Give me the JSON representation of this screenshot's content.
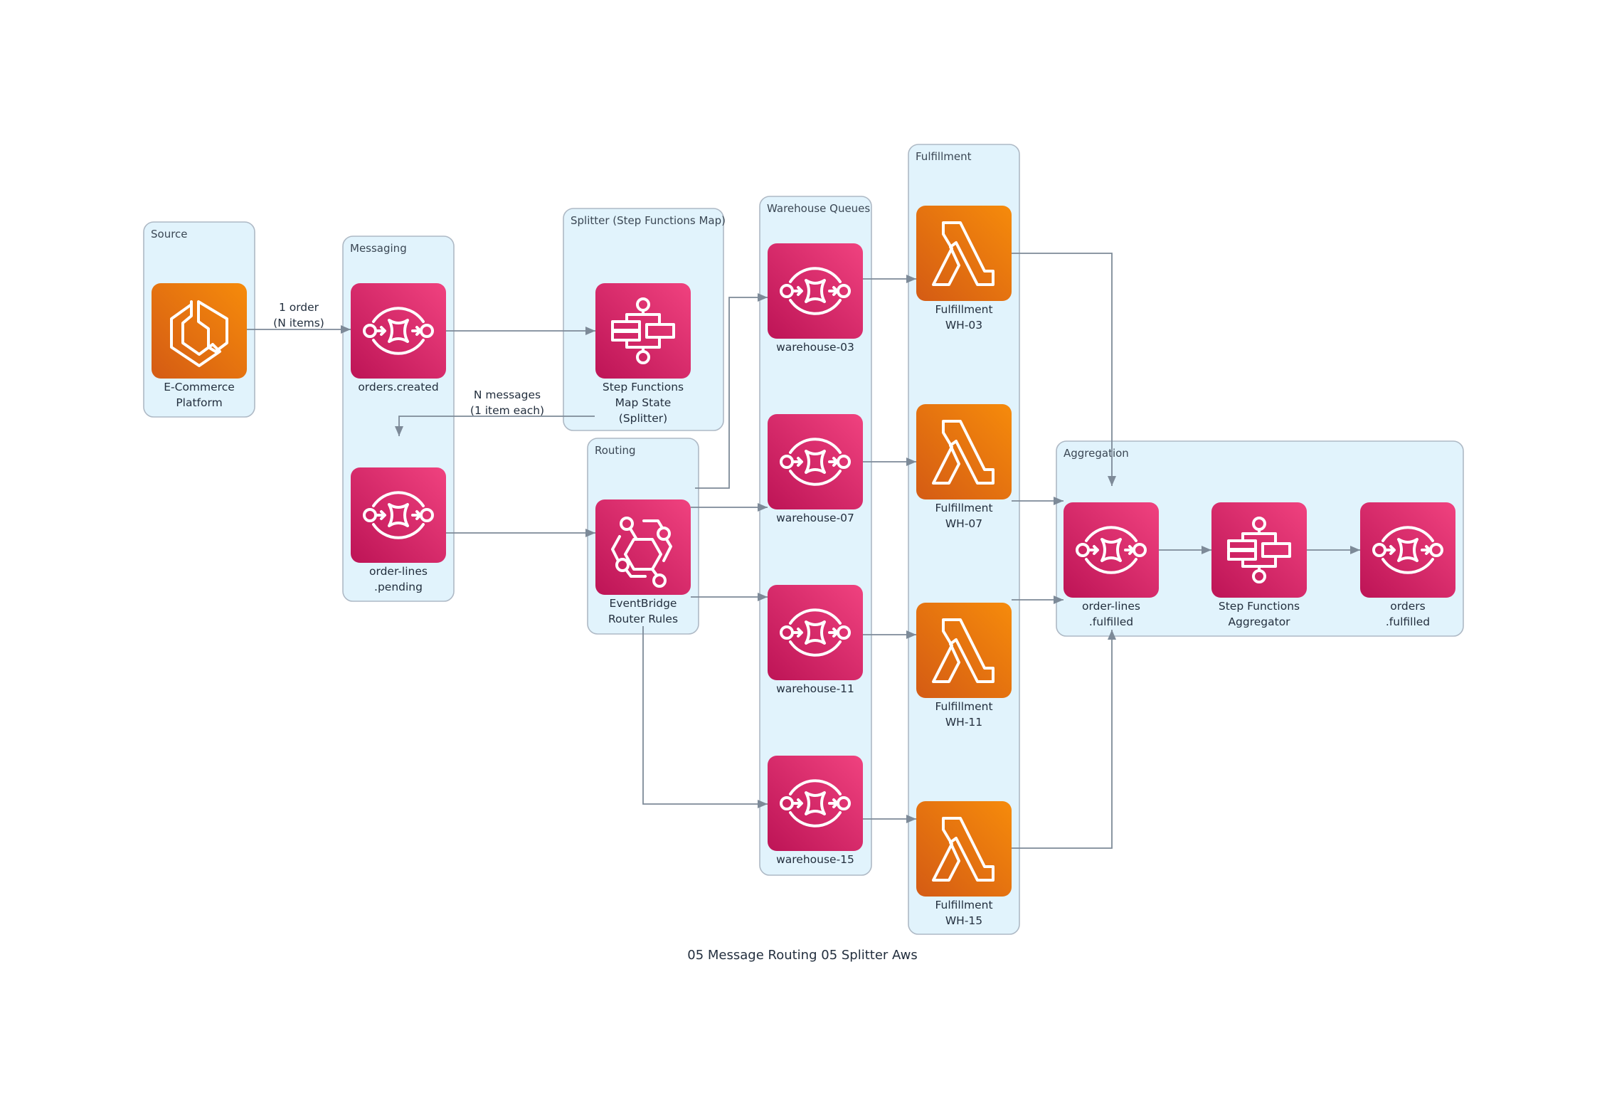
{
  "title": "05 Message Routing 05 Splitter Aws",
  "colors": {
    "panel_fill": "#e1f3fc",
    "panel_border": "#aeb9c5",
    "edge": "#7d8a98",
    "pink_start": "#bd1456",
    "pink_end": "#f0427f",
    "orange_start": "#d45b14",
    "orange_end": "#f68b0b",
    "text": "#232f3e"
  },
  "groups": [
    {
      "id": "source",
      "title": "Source"
    },
    {
      "id": "messaging",
      "title": "Messaging"
    },
    {
      "id": "splitter",
      "title": "Splitter (Step Functions Map)"
    },
    {
      "id": "routing",
      "title": "Routing"
    },
    {
      "id": "warehouse_queues",
      "title": "Warehouse Queues"
    },
    {
      "id": "fulfillment",
      "title": "Fulfillment"
    },
    {
      "id": "aggregation",
      "title": "Aggregation"
    }
  ],
  "nodes": {
    "ecommerce": {
      "icon": "ecs-icon",
      "lines": [
        "E-Commerce",
        "Platform"
      ]
    },
    "orders_created": {
      "icon": "sqs-icon",
      "lines": [
        "orders.created"
      ]
    },
    "order_lines_pending": {
      "icon": "sqs-icon",
      "lines": [
        "order-lines",
        ".pending"
      ]
    },
    "sf_map": {
      "icon": "step-functions-icon",
      "lines": [
        "Step Functions",
        "Map State",
        "(Splitter)"
      ]
    },
    "eventbridge": {
      "icon": "eventbridge-icon",
      "lines": [
        "EventBridge",
        "Router Rules"
      ]
    },
    "wh03": {
      "icon": "sqs-icon",
      "lines": [
        "warehouse-03"
      ]
    },
    "wh07": {
      "icon": "sqs-icon",
      "lines": [
        "warehouse-07"
      ]
    },
    "wh11": {
      "icon": "sqs-icon",
      "lines": [
        "warehouse-11"
      ]
    },
    "wh15": {
      "icon": "sqs-icon",
      "lines": [
        "warehouse-15"
      ]
    },
    "fn03": {
      "icon": "lambda-icon",
      "lines": [
        "Fulfillment",
        "WH-03"
      ]
    },
    "fn07": {
      "icon": "lambda-icon",
      "lines": [
        "Fulfillment",
        "WH-07"
      ]
    },
    "fn11": {
      "icon": "lambda-icon",
      "lines": [
        "Fulfillment",
        "WH-11"
      ]
    },
    "fn15": {
      "icon": "lambda-icon",
      "lines": [
        "Fulfillment",
        "WH-15"
      ]
    },
    "order_lines_fulfilled": {
      "icon": "sqs-icon",
      "lines": [
        "order-lines",
        ".fulfilled"
      ]
    },
    "sf_aggregator": {
      "icon": "step-functions-icon",
      "lines": [
        "Step Functions",
        "Aggregator"
      ]
    },
    "orders_fulfilled": {
      "icon": "sqs-icon",
      "lines": [
        "orders",
        ".fulfilled"
      ]
    }
  },
  "edges": [
    {
      "from": "ecommerce",
      "to": "orders_created",
      "label": [
        "1 order",
        "(N items)"
      ]
    },
    {
      "from": "orders_created",
      "to": "sf_map",
      "label": []
    },
    {
      "from": "sf_map",
      "to": "order_lines_pending",
      "label": [
        "N messages",
        "(1 item each)"
      ]
    },
    {
      "from": "order_lines_pending",
      "to": "eventbridge",
      "label": []
    },
    {
      "from": "eventbridge",
      "to": "wh03",
      "label": []
    },
    {
      "from": "eventbridge",
      "to": "wh07",
      "label": []
    },
    {
      "from": "eventbridge",
      "to": "wh11",
      "label": []
    },
    {
      "from": "eventbridge",
      "to": "wh15",
      "label": []
    },
    {
      "from": "wh03",
      "to": "fn03",
      "label": []
    },
    {
      "from": "wh07",
      "to": "fn07",
      "label": []
    },
    {
      "from": "wh11",
      "to": "fn11",
      "label": []
    },
    {
      "from": "wh15",
      "to": "fn15",
      "label": []
    },
    {
      "from": "fn03",
      "to": "order_lines_fulfilled",
      "label": []
    },
    {
      "from": "fn07",
      "to": "order_lines_fulfilled",
      "label": []
    },
    {
      "from": "fn11",
      "to": "order_lines_fulfilled",
      "label": []
    },
    {
      "from": "fn15",
      "to": "order_lines_fulfilled",
      "label": []
    },
    {
      "from": "order_lines_fulfilled",
      "to": "sf_aggregator",
      "label": []
    },
    {
      "from": "sf_aggregator",
      "to": "orders_fulfilled",
      "label": []
    }
  ]
}
